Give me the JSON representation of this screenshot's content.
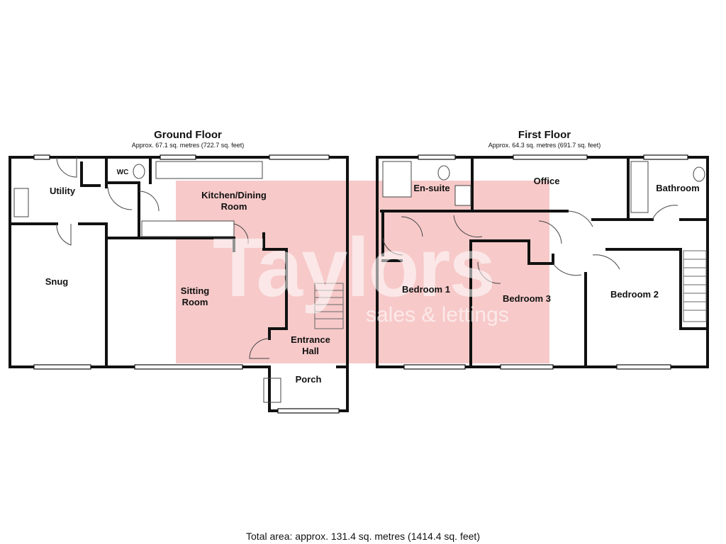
{
  "ground_floor": {
    "title": "Ground Floor",
    "area": "Approx. 67.1 sq. metres (722.7 sq. feet)",
    "rooms": {
      "utility": "Utility",
      "wc": "WC",
      "kitchen": "Kitchen/Dining\nRoom",
      "snug": "Snug",
      "sitting": "Sitting\nRoom",
      "entrance": "Entrance\nHall",
      "porch": "Porch"
    }
  },
  "first_floor": {
    "title": "First Floor",
    "area": "Approx. 64.3 sq. metres (691.7 sq. feet)",
    "rooms": {
      "ensuite": "En-suite",
      "office": "Office",
      "bathroom": "Bathroom",
      "bedroom1": "Bedroom 1",
      "bedroom3": "Bedroom 3",
      "bedroom2": "Bedroom 2"
    }
  },
  "watermark": {
    "brand": "Taylors",
    "tagline": "sales & lettings",
    "color": "#f7c9c9"
  },
  "total_area": "Total area: approx. 131.4 sq. metres (1414.4 sq. feet)",
  "colors": {
    "wall": "#111111",
    "fixture": "#444444"
  }
}
